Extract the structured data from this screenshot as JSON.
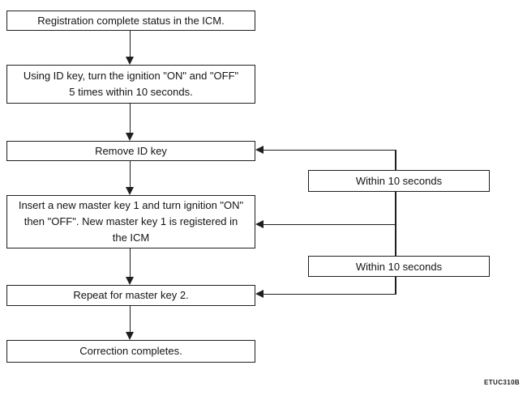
{
  "diagram": {
    "type": "flowchart",
    "figure_code": "ETUC310B",
    "colors": {
      "background": "#ffffff",
      "box_fill": "#ffffff",
      "line": "#1f1f1f",
      "text": "#141414"
    },
    "nodes": [
      {
        "id": "registration-complete",
        "label": "Registration complete status in the ICM."
      },
      {
        "id": "ignition-cycle",
        "label": "Using ID key, turn the ignition \"ON\" and \"OFF\"\n5 times within 10 seconds."
      },
      {
        "id": "remove-id-key",
        "label": "Remove ID key"
      },
      {
        "id": "insert-master-key-1",
        "label": "Insert a new master key 1 and turn ignition \"ON\"\nthen \"OFF\". New master key 1 is registered in\nthe ICM"
      },
      {
        "id": "repeat-master-key-2",
        "label": "Repeat for master key 2."
      },
      {
        "id": "correction-completes",
        "label": "Correction completes."
      }
    ],
    "timing_labels": [
      {
        "id": "within-10-seconds-1",
        "label": "Within 10 seconds"
      },
      {
        "id": "within-10-seconds-2",
        "label": "Within 10 seconds"
      }
    ],
    "edges": [
      "registration-complete -> ignition-cycle",
      "ignition-cycle -> remove-id-key",
      "remove-id-key -> insert-master-key-1",
      "insert-master-key-1 -> repeat-master-key-2",
      "repeat-master-key-2 -> correction-completes",
      "rail -> remove-id-key (within 10 seconds)",
      "rail -> insert-master-key-1 (within 10 seconds)",
      "rail -> repeat-master-key-2"
    ]
  }
}
